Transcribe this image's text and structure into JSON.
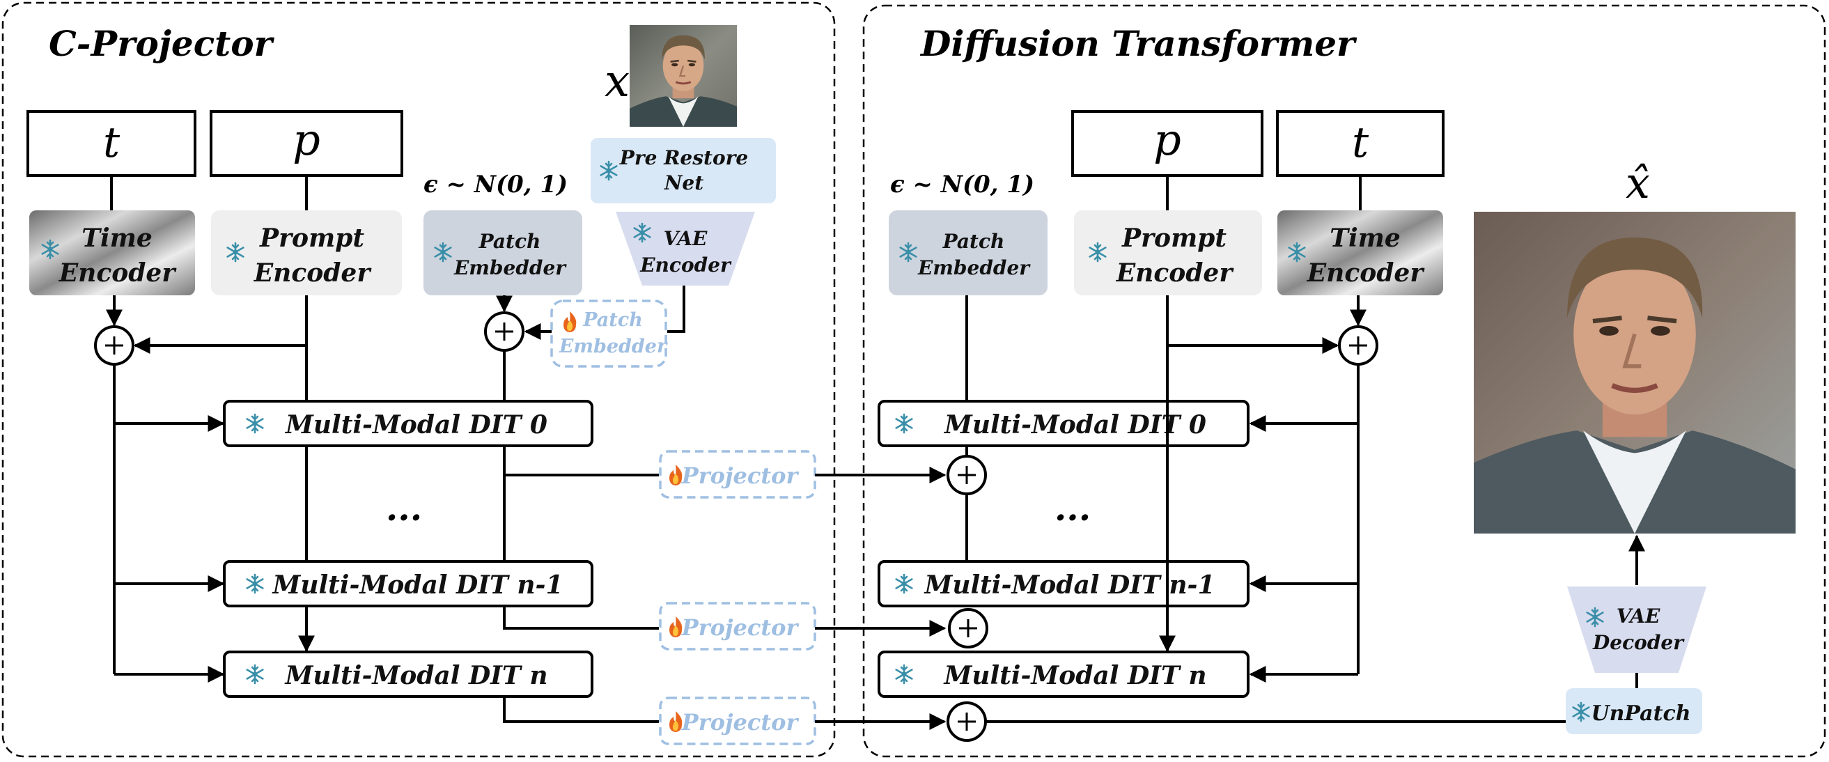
{
  "panels": {
    "left_title": "C-Projector",
    "right_title": "Diffusion Transformer"
  },
  "symbols": {
    "t": "t",
    "p": "p",
    "x": "x",
    "x_hat": "x̂",
    "noise": "ϵ ~ N(0, 1)",
    "ellipsis": "···"
  },
  "blocks": {
    "time_encoder": [
      "Time",
      "Encoder"
    ],
    "prompt_encoder": [
      "Prompt",
      "Encoder"
    ],
    "patch_embedder": [
      "Patch",
      "Embedder"
    ],
    "pre_restore_net": [
      "Pre Restore",
      "Net"
    ],
    "vae_encoder": [
      "VAE",
      "Encoder"
    ],
    "vae_decoder": [
      "VAE",
      "Decoder"
    ],
    "unpatch": "UnPatch",
    "projector": "Projector",
    "dit_0": "Multi-Modal DIT 0",
    "dit_n1": "Multi-Modal DIT n-1",
    "dit_n": "Multi-Modal DIT n"
  },
  "icons": {
    "frozen": "snowflake-icon",
    "trainable": "fire-icon",
    "frozen_color": "#3a8fa8",
    "trainable_color": "#e8641c",
    "trainable_text_color": "#9fbfe2"
  }
}
